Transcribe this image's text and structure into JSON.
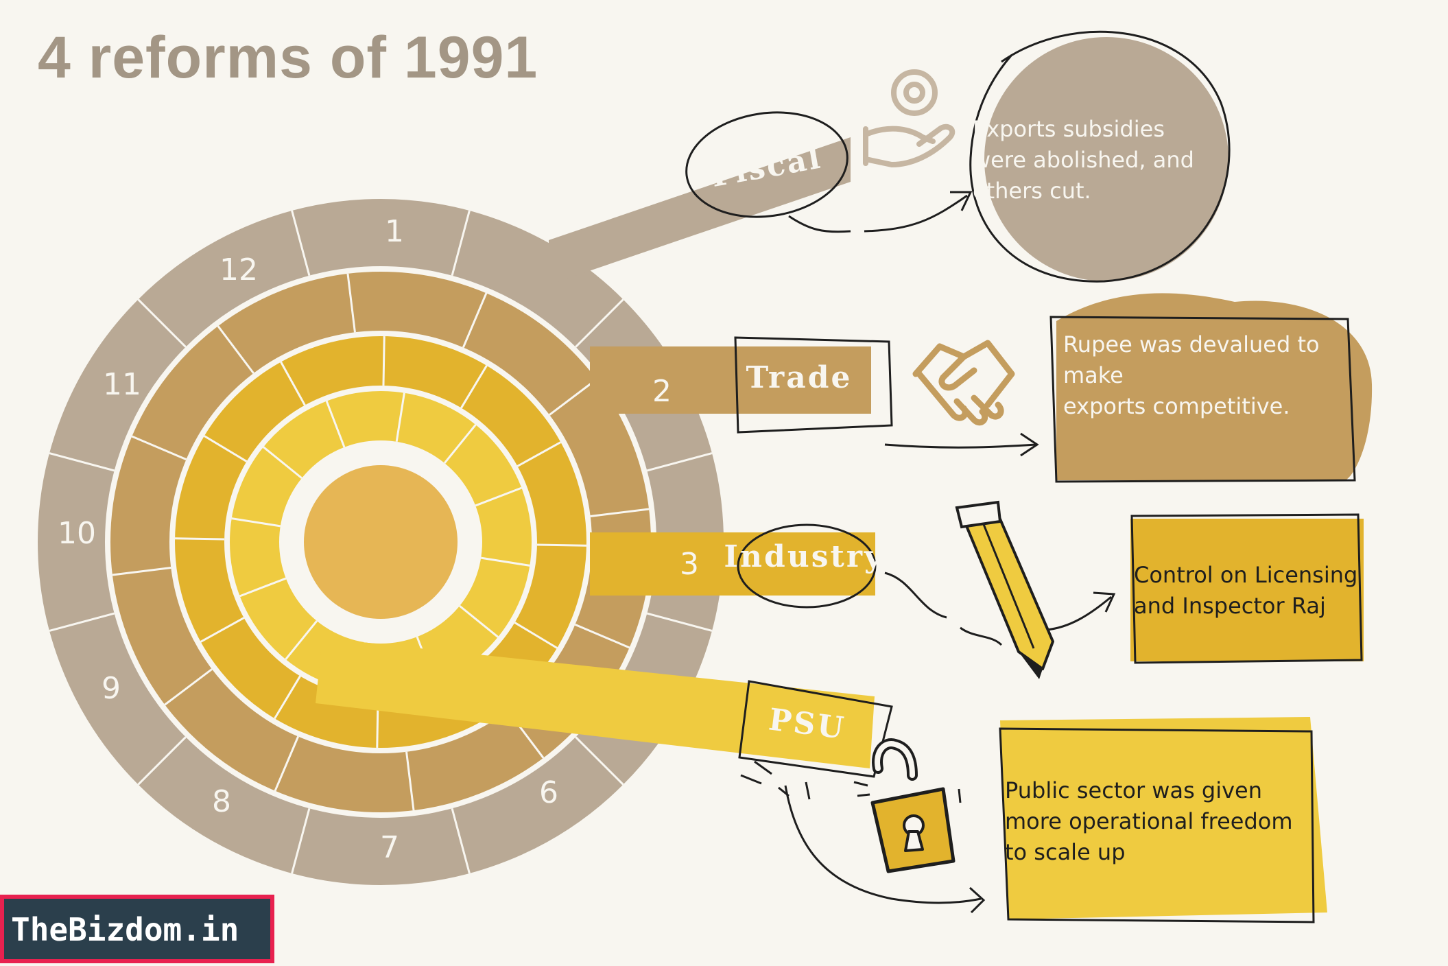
{
  "title": "4 reforms of 1991",
  "ring_numbers": [
    "1",
    "2",
    "3",
    "6",
    "7",
    "8",
    "9",
    "10",
    "11",
    "12"
  ],
  "reforms": [
    {
      "label": "Fiscal",
      "icon": "hand-coin-icon",
      "color": "#b9a995",
      "description": [
        "Exports subsidies",
        "were abolished, and",
        "others cut."
      ]
    },
    {
      "label": "Trade",
      "icon": "handshake-icon",
      "color": "#c49d5e",
      "description": [
        "Rupee was devalued to",
        "make",
        "exports competitive."
      ]
    },
    {
      "label": "Industry",
      "icon": "pencil-icon",
      "color": "#e2b32d",
      "description": [
        "Control on Licensing",
        "and Inspector Raj"
      ]
    },
    {
      "label": "PSU",
      "icon": "padlock-icon",
      "color": "#efcb40",
      "description": [
        "Public sector was given",
        "more operational freedom",
        "to scale up"
      ]
    }
  ],
  "colors": {
    "background": "#f8f6f0",
    "ring1": "#b9a995",
    "ring2": "#c49d5e",
    "ring3": "#e2b32d",
    "ring4": "#efcb40",
    "center": "#e6b655",
    "logo_bg": "#2b3f4c",
    "logo_border": "#e8214f"
  },
  "logo": "TheBizdom.in"
}
